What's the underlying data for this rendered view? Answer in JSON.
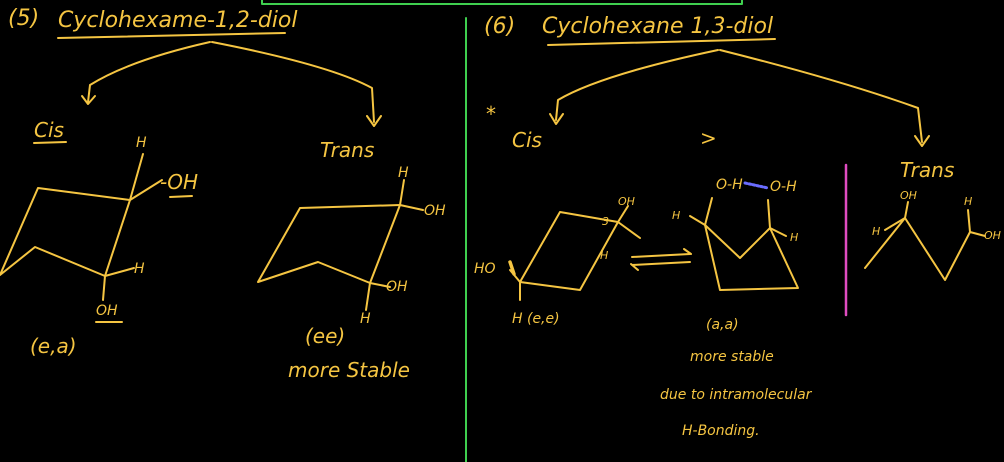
{
  "left": {
    "number": "(5)",
    "title": "Cyclohexame-1,2-diol",
    "cis": {
      "label": "Cis",
      "oh_top": "-OH",
      "h_top": "H",
      "h_bottom": "H",
      "oh_bottom": "OH",
      "conf": "(e,a)"
    },
    "trans": {
      "label": "Trans",
      "h_top": "H",
      "oh_top": "OH",
      "oh_bottom": "OH",
      "h_bottom": "H",
      "conf": "(ee)",
      "note": "more Stable"
    }
  },
  "right": {
    "number": "(6)",
    "title": "Cyclohexane 1,3-diol",
    "star": "*",
    "cis": {
      "label": "Cis",
      "greater": ">",
      "oh1": "OH",
      "three": "3",
      "h1": "H",
      "ho": "HO",
      "h2": "H",
      "conf1": "H (e,e)",
      "o_h_o": "O-H",
      "o2": "O-H",
      "h3": "H",
      "h4": "H",
      "conf2": "(a,a)"
    },
    "trans": {
      "label": "Trans",
      "oh1": "OH",
      "h1": "H",
      "h2": "H",
      "oh2": "OH"
    },
    "notes": [
      "more stable",
      "due to intramolecular",
      "H-Bonding."
    ]
  },
  "colors": {
    "ink": "#f5c542",
    "divider": "#3fcf4f",
    "pink": "#e04cc0",
    "hbond": "#6a6cff"
  }
}
